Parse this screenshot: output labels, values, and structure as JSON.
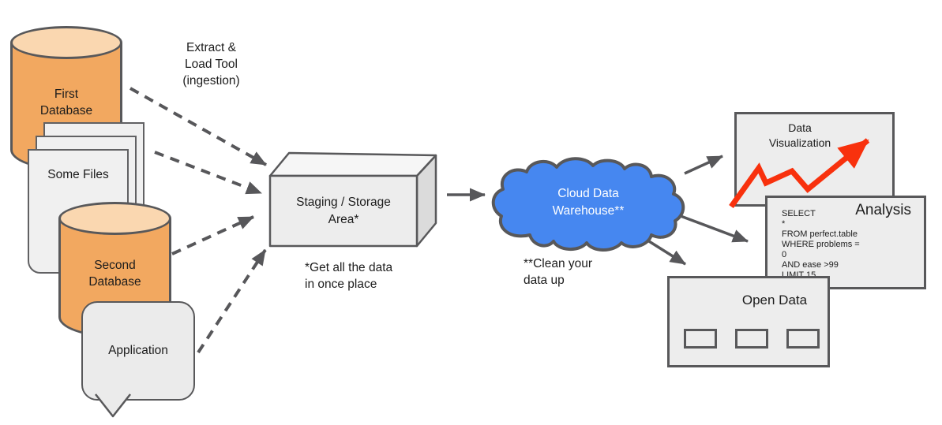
{
  "colors": {
    "cylinder_orange": "#f2a860",
    "cylinder_orange_light": "#fad7b0",
    "shape_gray": "#ededed",
    "outline_gray": "#58585a",
    "cloud_blue": "#4687f0",
    "chart_red": "#f8310d"
  },
  "sources": {
    "first_database": "First\nDatabase",
    "some_files": "Some Files",
    "second_database": "Second\nDatabase",
    "application": "Application"
  },
  "ingestion_note": "Extract &\nLoad Tool\n(ingestion)",
  "staging": {
    "label": "Staging / Storage\nArea*",
    "footnote": "*Get all the data\nin once place"
  },
  "warehouse": {
    "label": "Cloud Data\nWarehouse**",
    "footnote": "**Clean your\ndata up"
  },
  "outputs": {
    "visualization": {
      "title": "Data\nVisualization"
    },
    "analysis": {
      "title": "Analysis",
      "sql_lines": [
        "SELECT",
        "*",
        "FROM perfect.table",
        "WHERE problems =",
        "0",
        "AND ease >99",
        "LIMIT 15"
      ]
    },
    "open_data": {
      "title": "Open Data"
    }
  }
}
